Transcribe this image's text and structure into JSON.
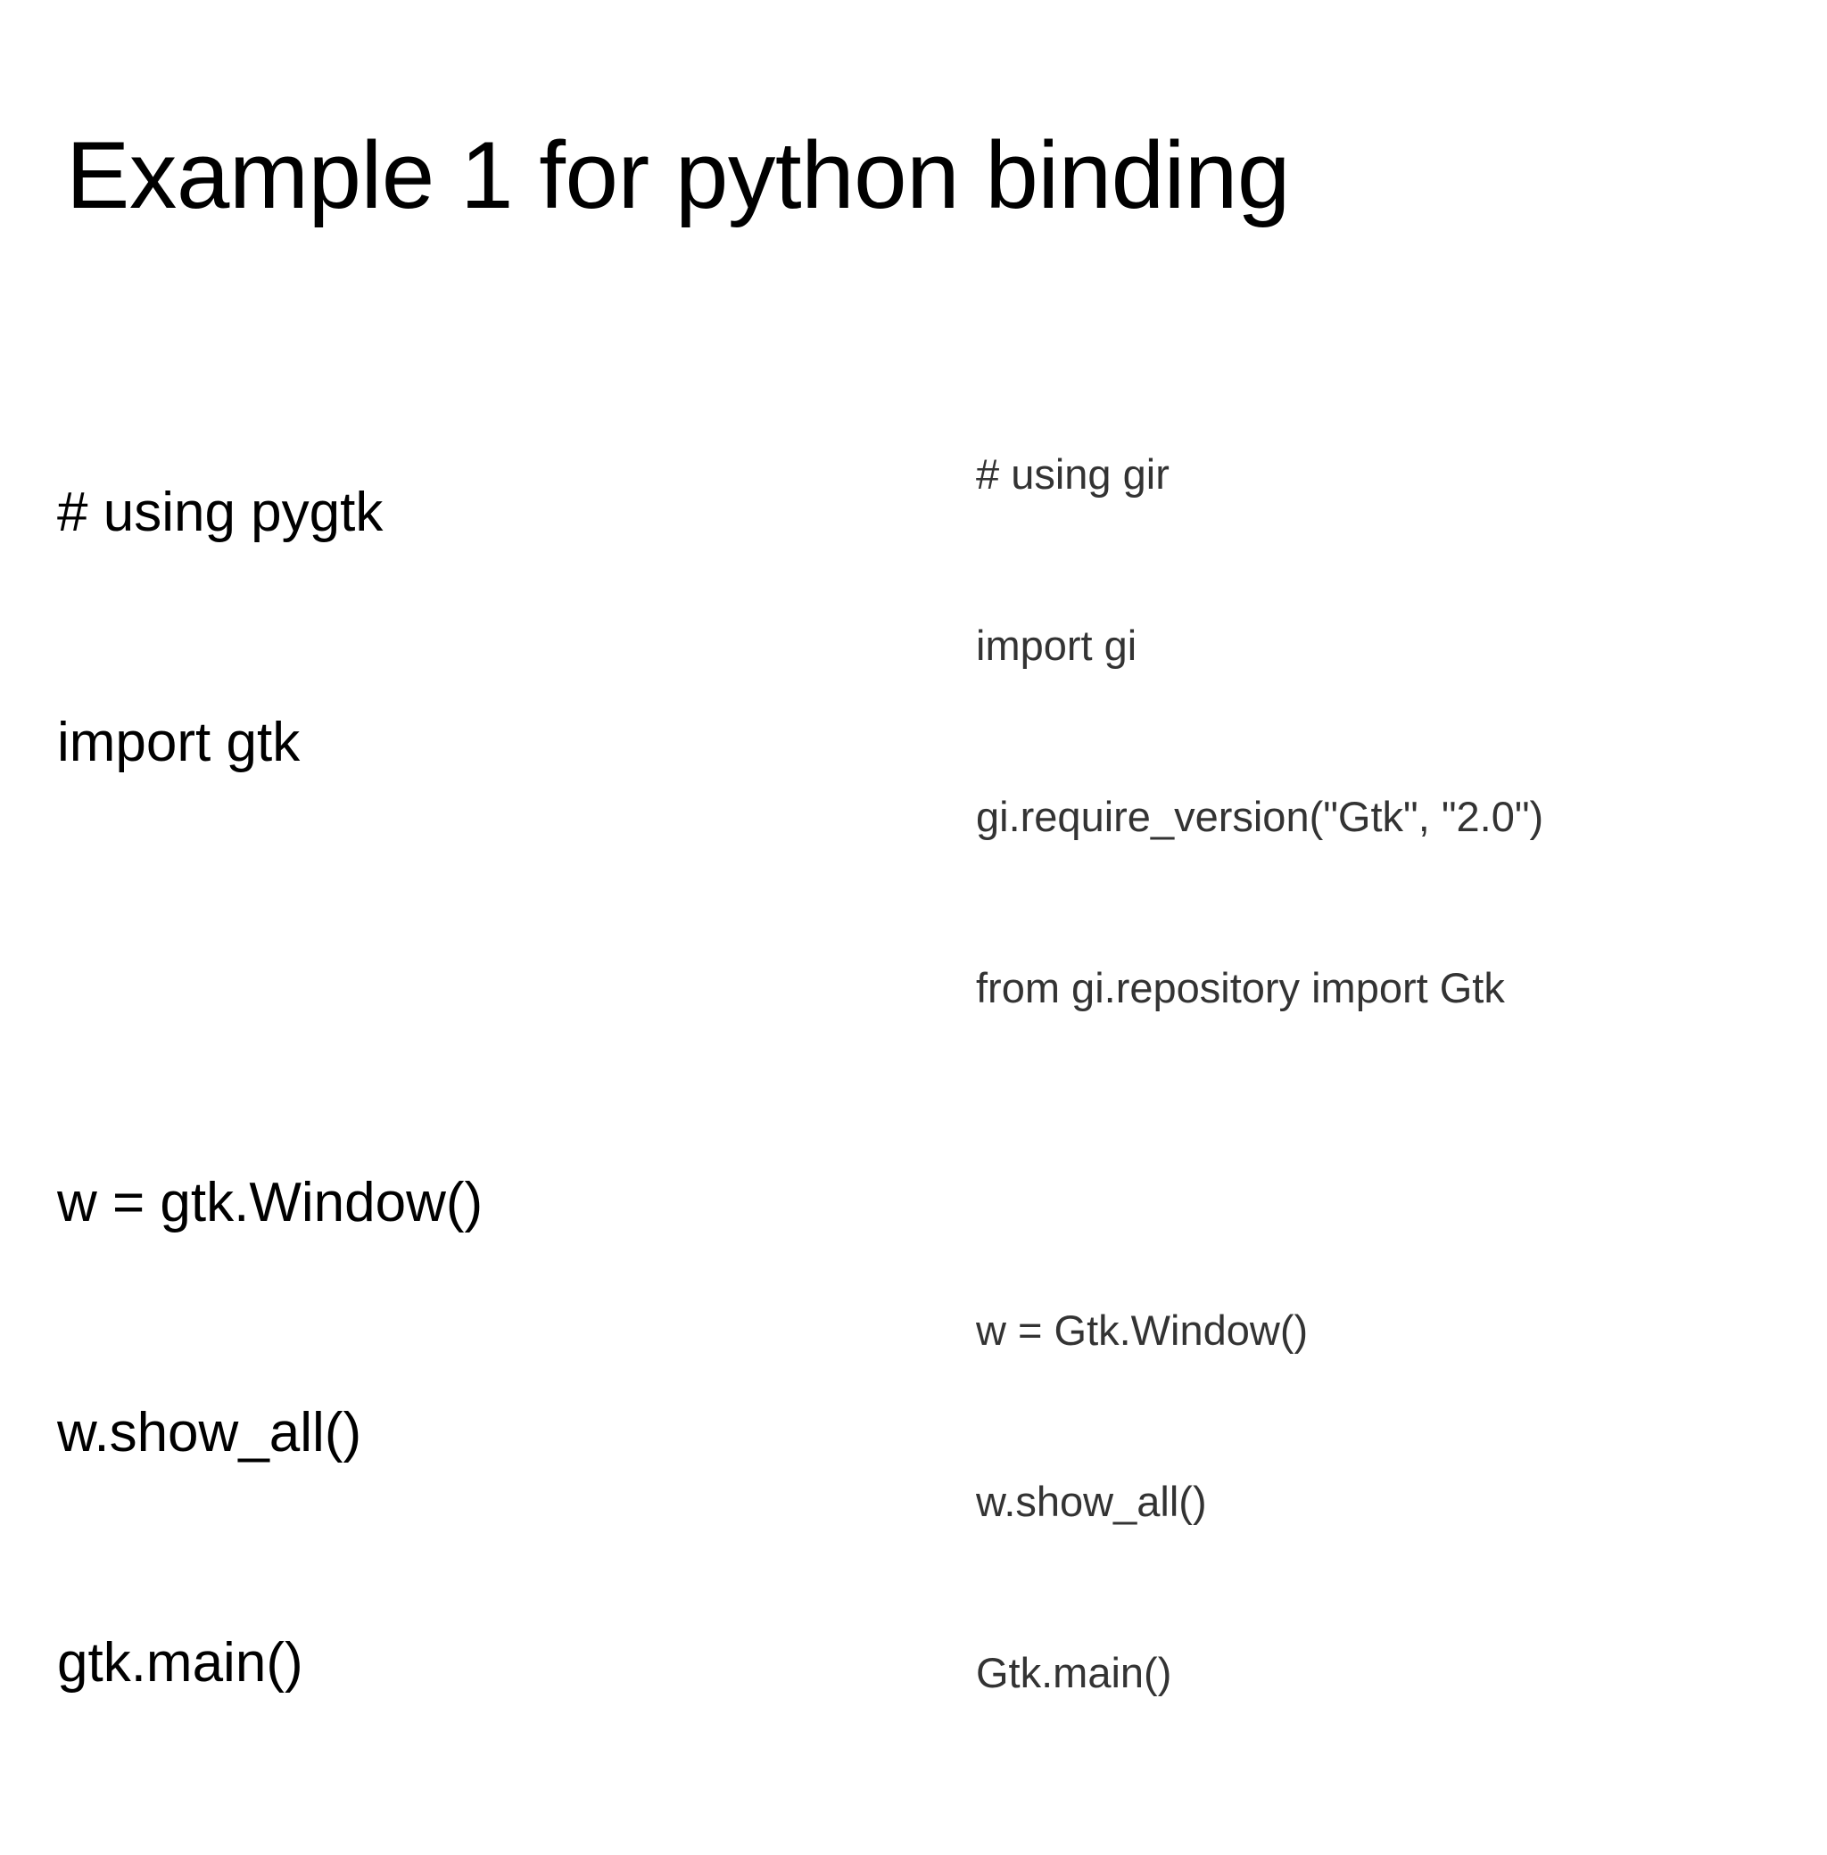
{
  "slide": {
    "title": "Example 1 for python binding",
    "background_color": "#ffffff",
    "title_color": "#000000",
    "code_blocks": [
      {
        "id": "pygtk",
        "color": "#000000",
        "lines": [
          "# using pygtk",
          "import gtk",
          "",
          "w = gtk.Window()",
          "w.show_all()",
          "gtk.main()"
        ],
        "line_0": "# using pygtk",
        "line_1": "import gtk",
        "line_2": "",
        "line_3": "w = gtk.Window()",
        "line_4": "w.show_all()",
        "line_5": "gtk.main()"
      },
      {
        "id": "gir",
        "color": "#333333",
        "lines": [
          "# using gir",
          "import gi",
          "gi.require_version(\"Gtk\", \"2.0\")",
          "from gi.repository import Gtk",
          "",
          "w = Gtk.Window()",
          "w.show_all()",
          "Gtk.main()"
        ],
        "line_0": "# using gir",
        "line_1": "import gi",
        "line_2": "gi.require_version(\"Gtk\", \"2.0\")",
        "line_3": "from gi.repository import Gtk",
        "line_4": "",
        "line_5": "w = Gtk.Window()",
        "line_6": "w.show_all()",
        "line_7": "Gtk.main()"
      }
    ]
  }
}
